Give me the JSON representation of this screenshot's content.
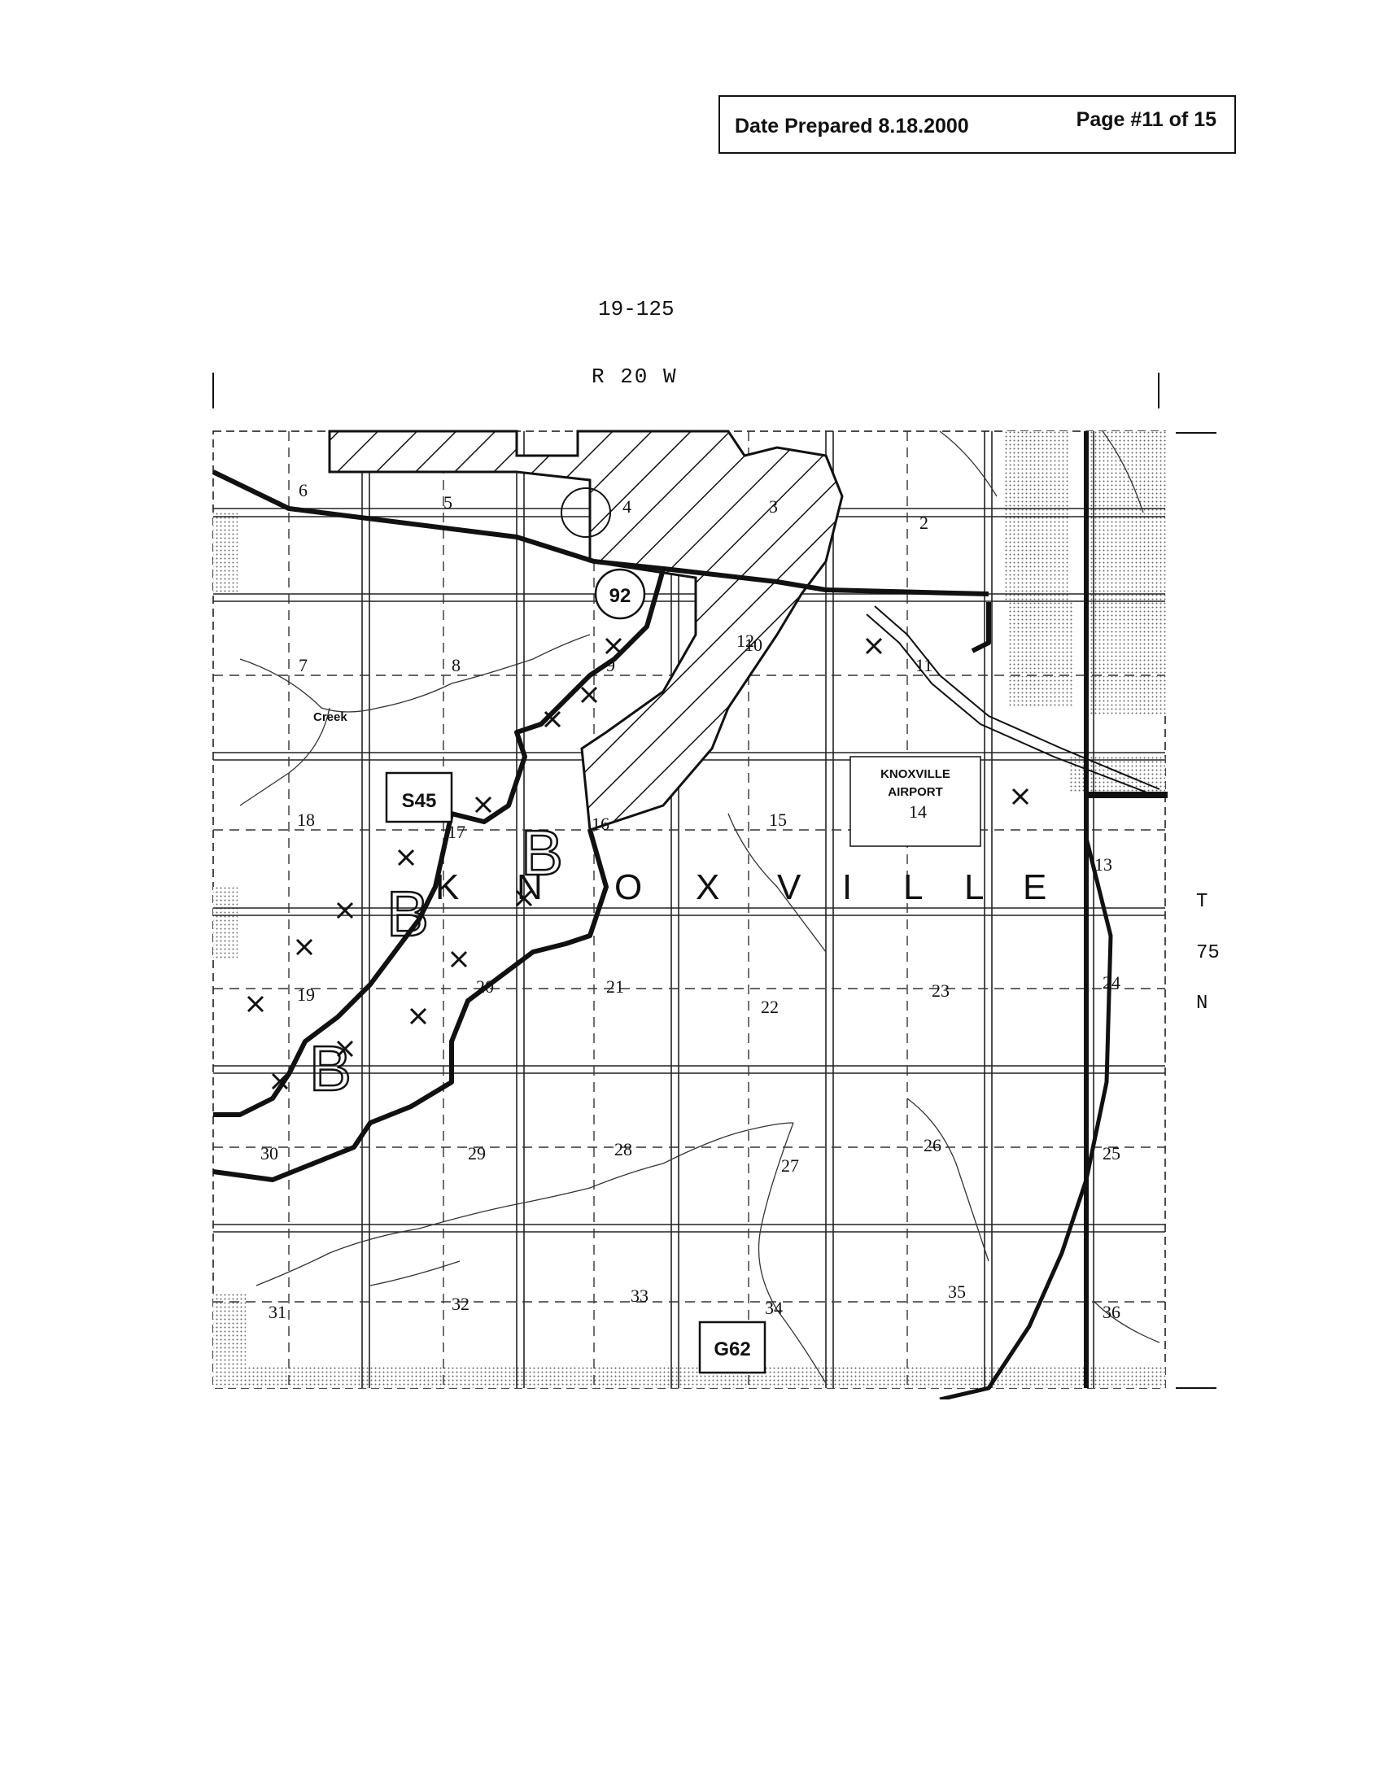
{
  "header": {
    "date_prepared": "Date Prepared 8.18.2000",
    "page": "Page #11 of 15"
  },
  "doc_code": "19-125",
  "range_label": "R 20 W",
  "township": {
    "t": "T",
    "num": "75",
    "dir": "N"
  },
  "map": {
    "sections": [
      "6",
      "5",
      "4",
      "3",
      "2",
      "7",
      "8",
      "9",
      "10",
      "11",
      "12",
      "18",
      "17",
      "16",
      "15",
      "14",
      "13",
      "19",
      "20",
      "21",
      "22",
      "23",
      "24",
      "30",
      "29",
      "28",
      "27",
      "26",
      "25",
      "31",
      "32",
      "33",
      "34",
      "35",
      "36"
    ],
    "town_letters": [
      "K",
      "N",
      "O",
      "X",
      "V",
      "I",
      "L",
      "L",
      "E"
    ],
    "zone_label": "B",
    "route_92": "92",
    "route_s45": "S45",
    "route_g62": "G62",
    "airport": [
      "KNOXVILLE",
      "AIRPORT"
    ],
    "creek": "Creek"
  }
}
